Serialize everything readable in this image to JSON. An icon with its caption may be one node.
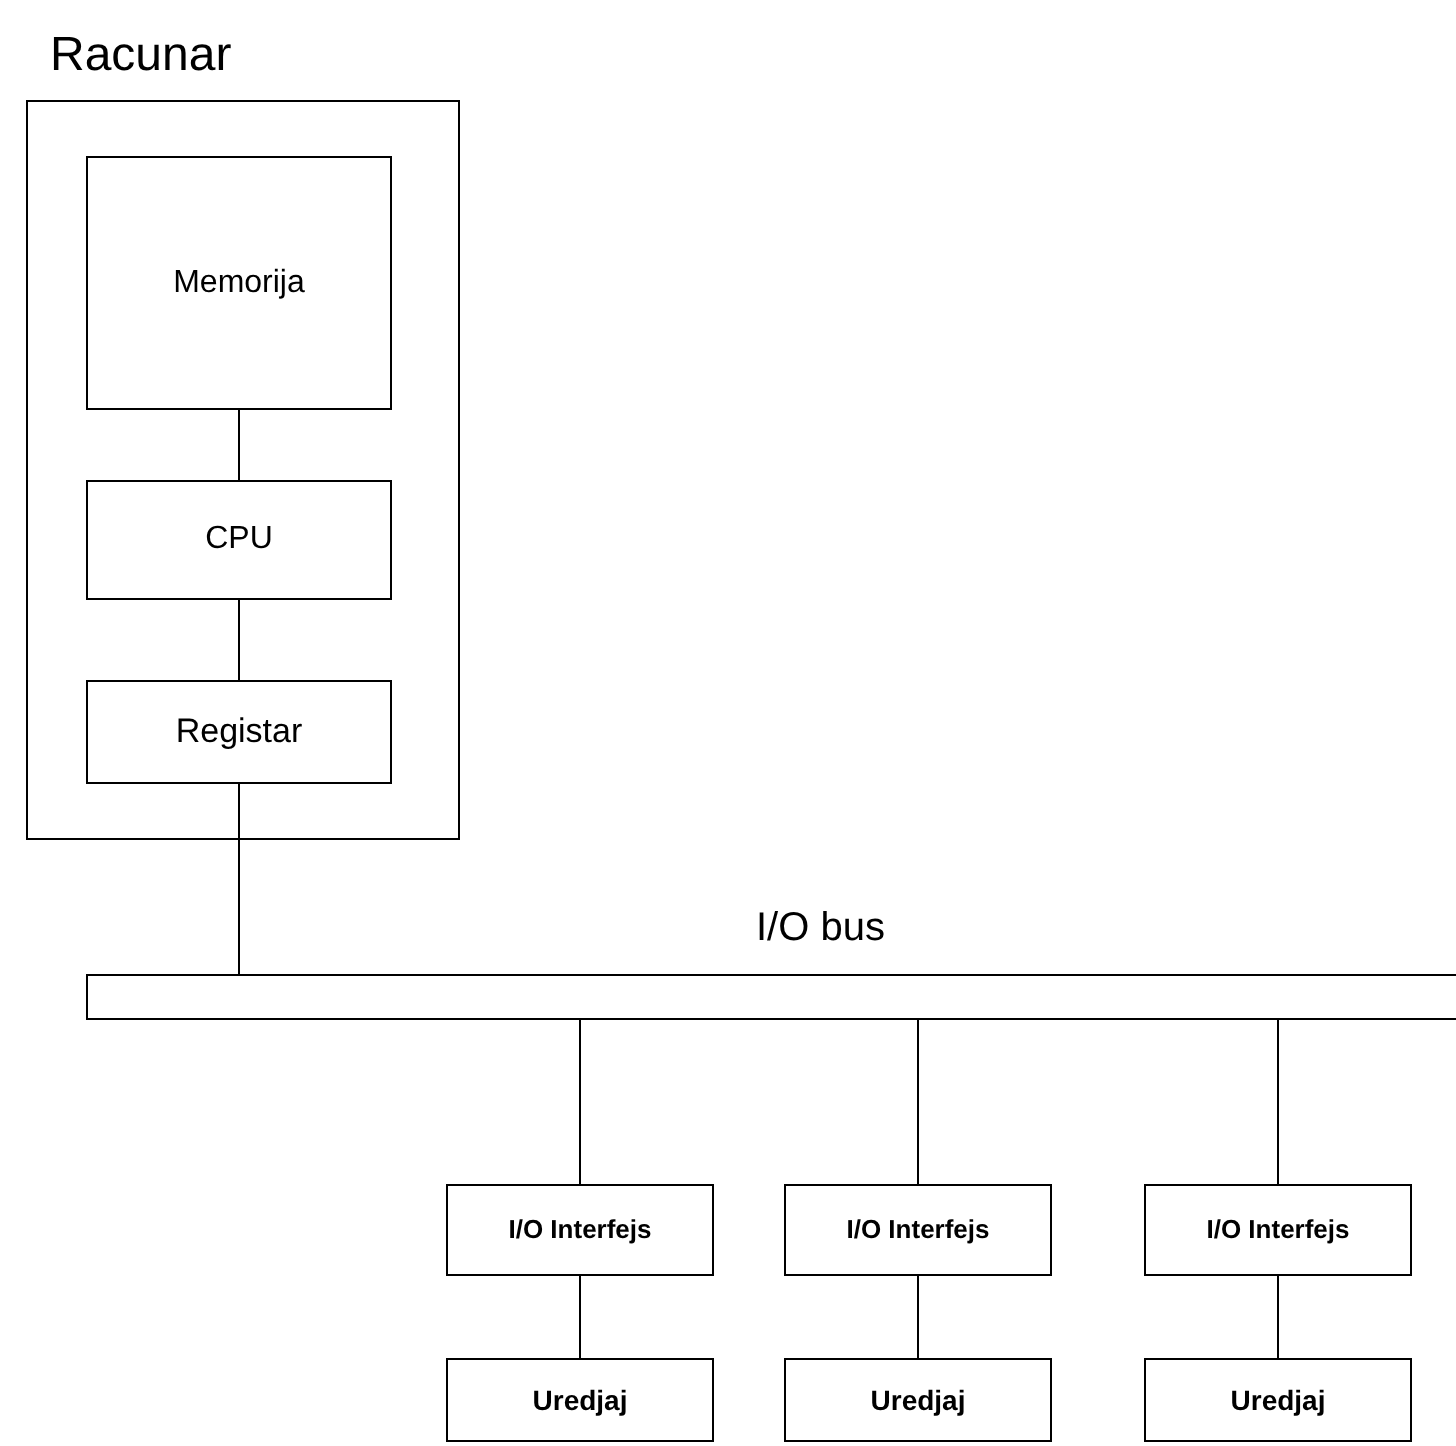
{
  "diagram": {
    "nodes": [
      {
        "text": [
          "Racunar"
        ]
      },
      {
        "text": [
          "Memorija"
        ],
        "in": 0
      },
      {
        "text": [
          "CPU"
        ],
        "in": 0
      },
      {
        "text": [
          "Registar"
        ],
        "in": 0
      },
      {
        "text": [
          "I/O bus"
        ]
      },
      {
        "text": [
          "I/O Interfejs"
        ]
      },
      {
        "text": [
          "I/O Interfejs"
        ]
      },
      {
        "text": [
          "I/O Interfejs"
        ]
      },
      {
        "text": [
          "Uredjaj"
        ]
      },
      {
        "text": [
          "Uredjaj"
        ]
      },
      {
        "text": [
          "Uredjaj"
        ]
      }
    ],
    "edges": [
      {
        "from": 1,
        "to": 2,
        "arrow": "none"
      },
      {
        "from": 2,
        "to": 3,
        "arrow": "none"
      },
      {
        "from": 3,
        "to": 4,
        "arrow": "none"
      },
      {
        "from": 4,
        "to": 5,
        "arrow": "none"
      },
      {
        "from": 4,
        "to": 6,
        "arrow": "none"
      },
      {
        "from": 4,
        "to": 7,
        "arrow": "none"
      },
      {
        "from": 5,
        "to": 8,
        "arrow": "none"
      },
      {
        "from": 6,
        "to": 9,
        "arrow": "none"
      },
      {
        "from": 7,
        "to": 10,
        "arrow": "none"
      }
    ]
  }
}
